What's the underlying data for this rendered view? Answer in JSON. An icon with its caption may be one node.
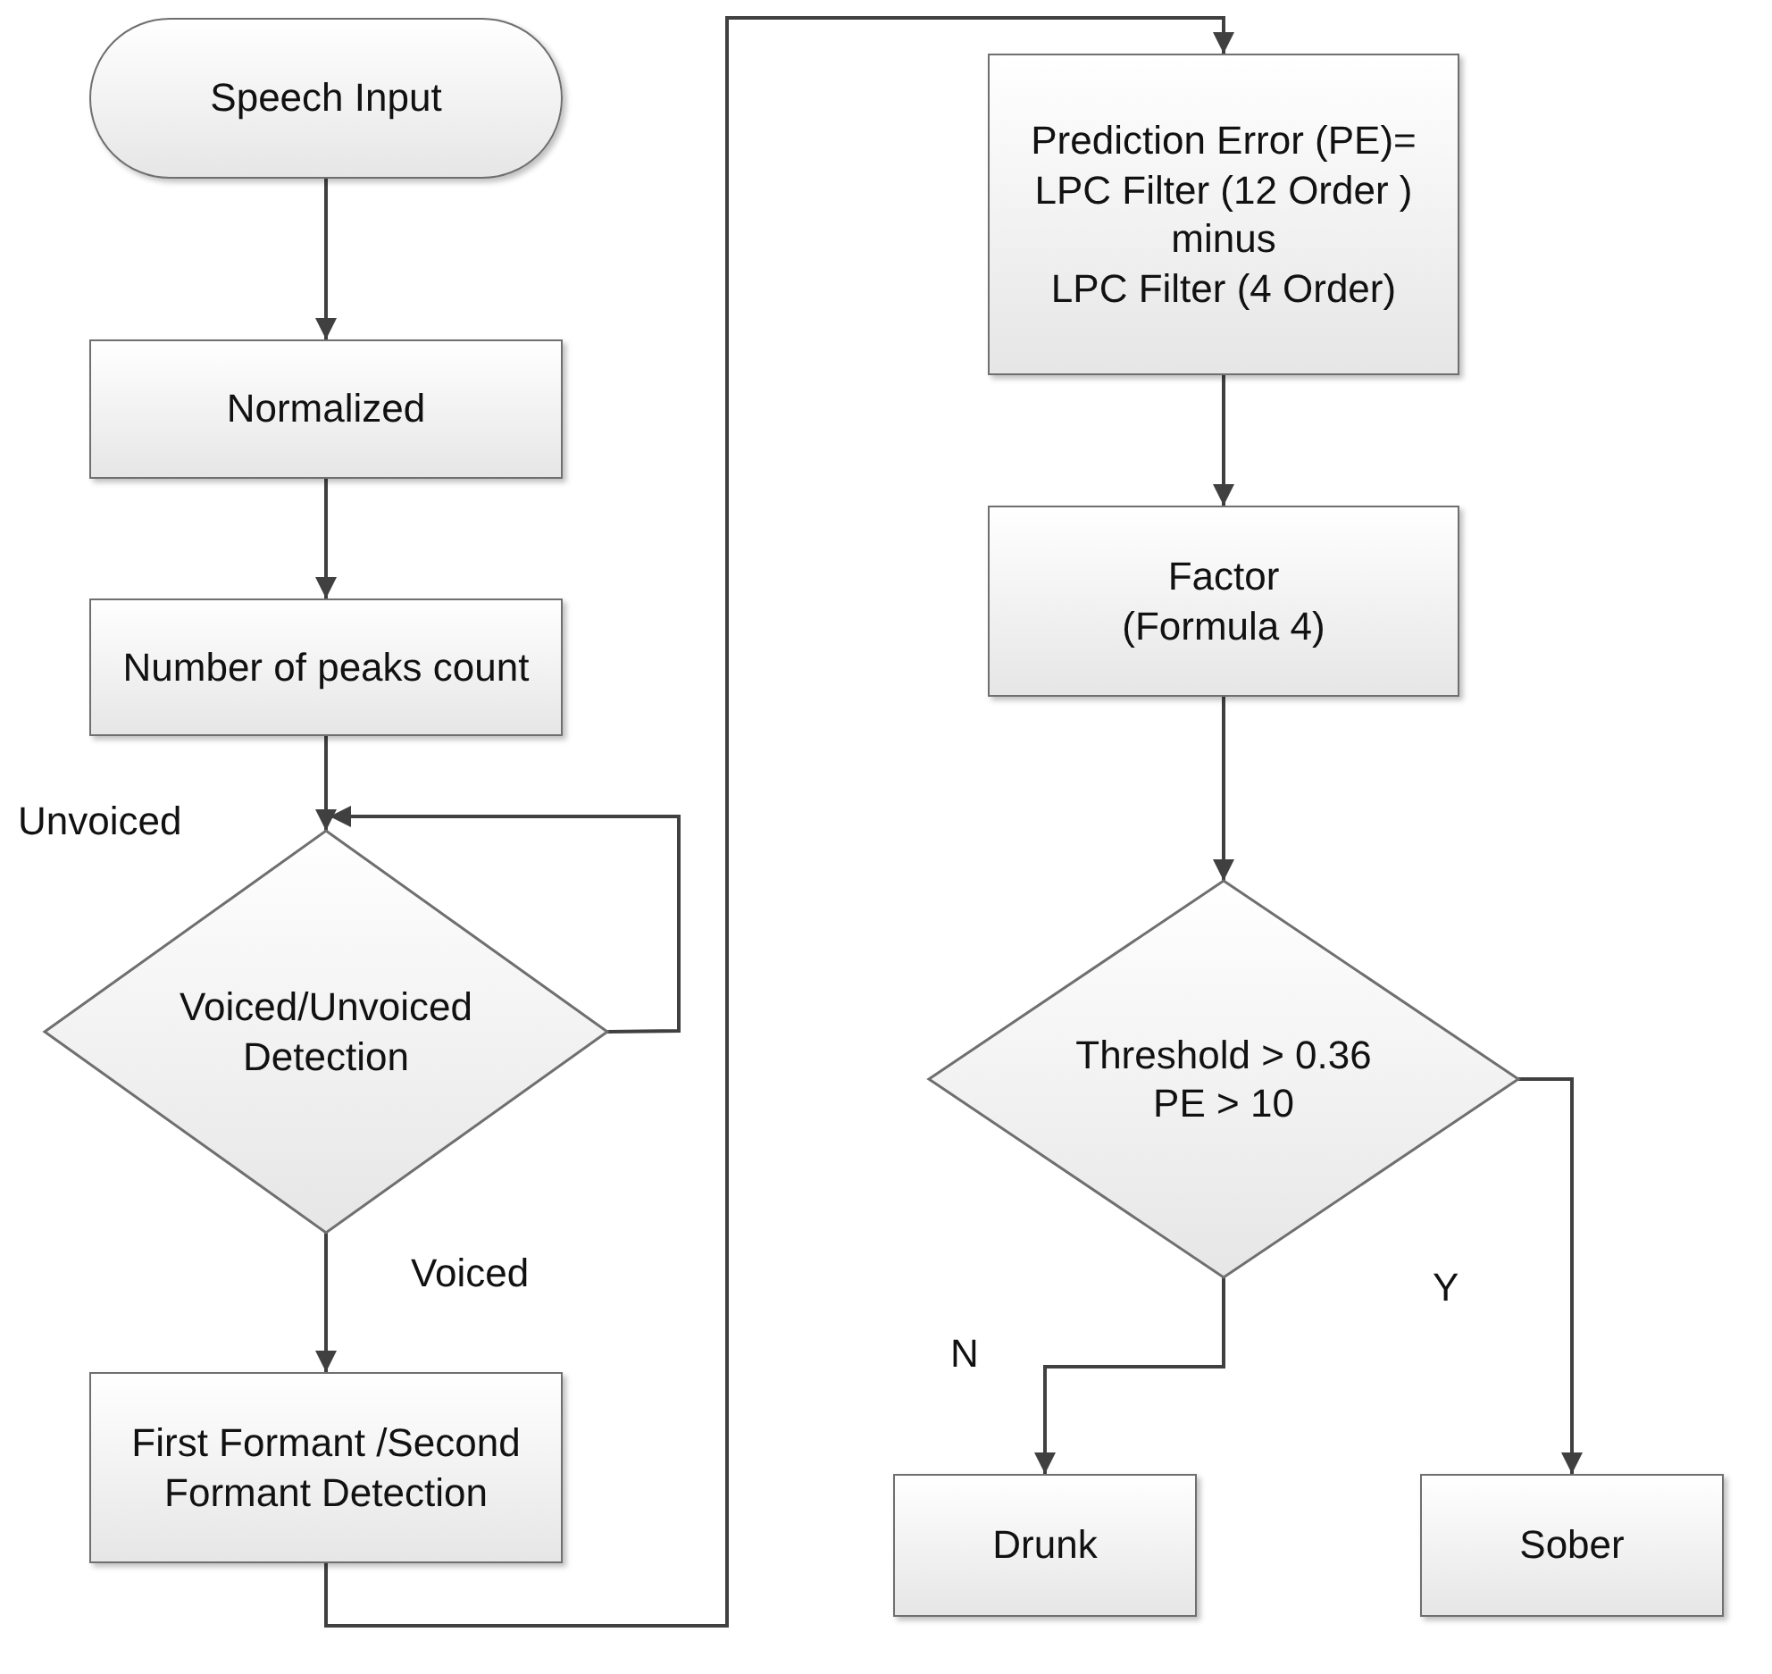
{
  "diagram": {
    "nodes": [
      {
        "text": [
          "Speech Input"
        ]
      },
      {
        "text": [
          "Normalized"
        ]
      },
      {
        "text": [
          "Number of peaks count"
        ]
      },
      {
        "text": [
          "Voiced/Unvoiced Detection"
        ]
      },
      {
        "text": [
          "First Formant /Second Formant  Detection"
        ]
      },
      {
        "text": [
          "Prediction Error (PE)= LPC  Filter (12 Order )",
          "minus",
          "LPC Filter (4 Order)"
        ]
      },
      {
        "text": [
          "Factor",
          "(Formula 4)"
        ]
      },
      {
        "text": [
          "Threshold > 0.36",
          "PE > 10"
        ]
      },
      {
        "text": [
          "Drunk"
        ]
      },
      {
        "text": [
          "Sober"
        ]
      }
    ],
    "edges": [
      {
        "from": 0,
        "to": 1,
        "arrow": "to"
      },
      {
        "from": 1,
        "to": 2,
        "arrow": "to"
      },
      {
        "from": 2,
        "to": 3,
        "arrow": "to"
      },
      {
        "from": 3,
        "to": 3,
        "arrow": "to",
        "label": "Unvoiced"
      },
      {
        "from": 3,
        "to": 4,
        "arrow": "to",
        "label": "Voiced"
      },
      {
        "from": 4,
        "to": 5,
        "arrow": "to"
      },
      {
        "from": 5,
        "to": 6,
        "arrow": "to"
      },
      {
        "from": 6,
        "to": 7,
        "arrow": "to"
      },
      {
        "from": 7,
        "to": 8,
        "arrow": "to",
        "label": "N"
      },
      {
        "from": 7,
        "to": 9,
        "arrow": "to",
        "label": "Y"
      }
    ]
  }
}
